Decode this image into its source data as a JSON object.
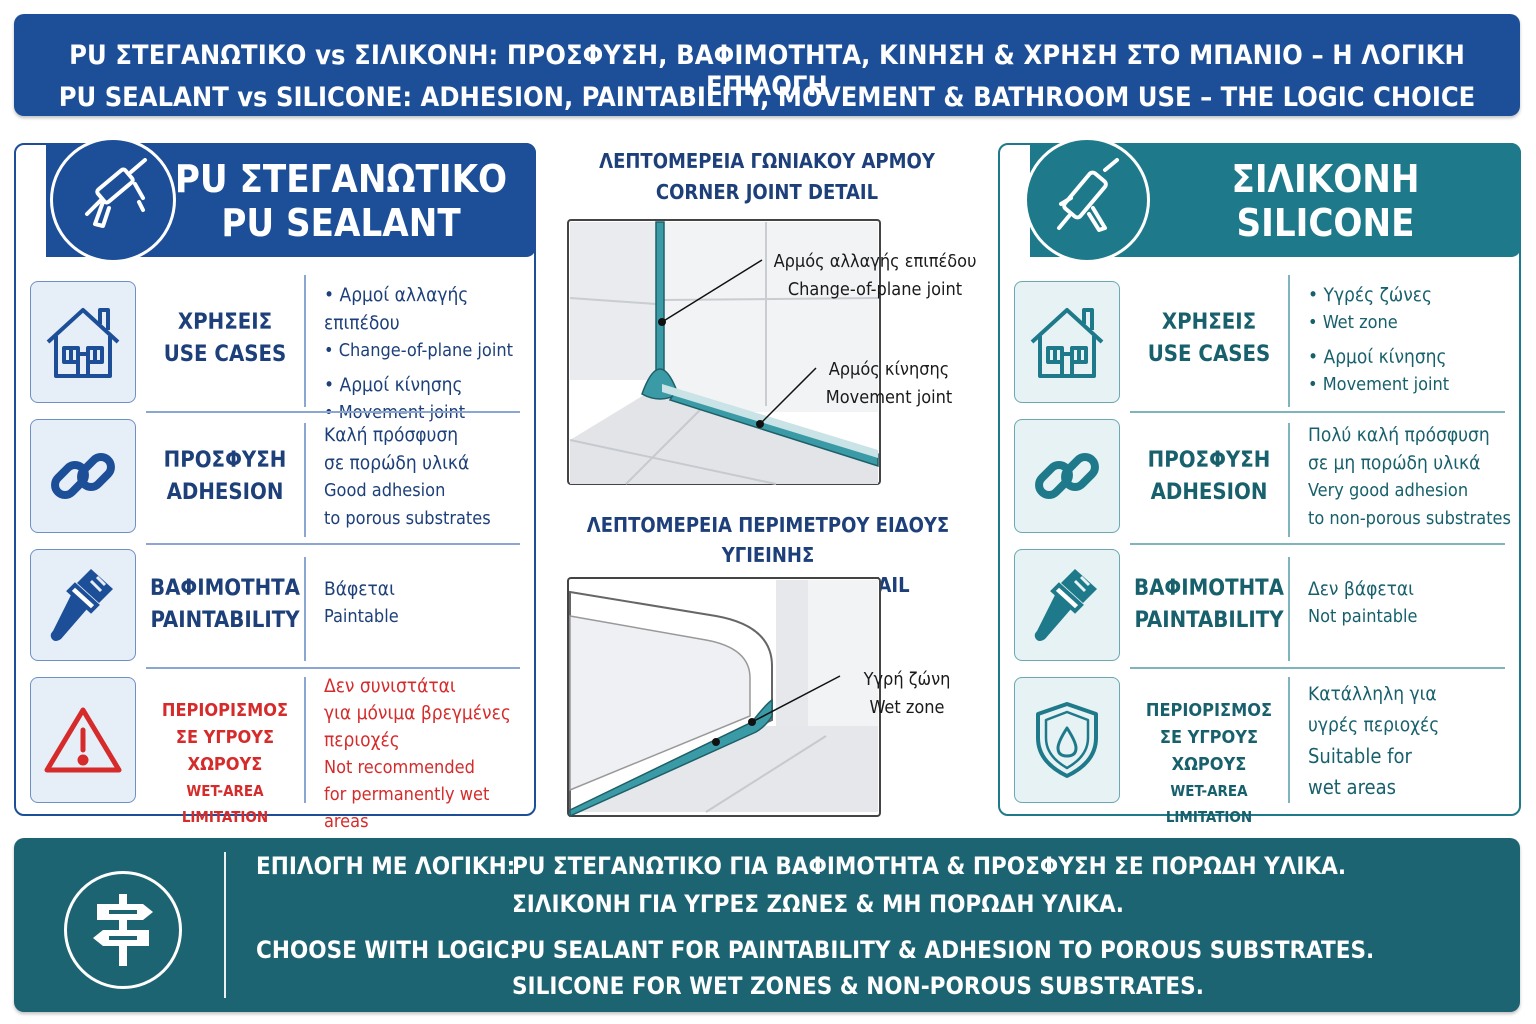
{
  "header": {
    "line1": "PU ΣΤΕΓΑΝΩΤΙΚΟ vs ΣΙΛΙΚΟΝΗ: ΠΡΟΣΦΥΣΗ, ΒΑΦΙΜΟΤΗΤΑ, ΚΙΝΗΣΗ & ΧΡΗΣΗ ΣΤΟ ΜΠΑΝΙΟ – Η ΛΟΓΙΚΗ ΕΠΙΛΟΓΗ",
    "line2": "PU SEALANT vs SILICONE: ADHESION, PAINTABILITY, MOVEMENT & BATHROOM USE – THE LOGIC CHOICE"
  },
  "pu": {
    "title_gr": "PU ΣΤΕΓΑΝΩΤΙΚΟ",
    "title_en": "PU SEALANT",
    "rows": [
      {
        "label_gr": "ΧΡΗΣΕΙΣ",
        "label_en": "USE CASES",
        "lines": [
          "• Αρμοί αλλαγής επιπέδου",
          "• Change-of-plane joint",
          "• Αρμοί κίνησης",
          "• Movement joint"
        ]
      },
      {
        "label_gr": "ΠΡΟΣΦΥΣΗ",
        "label_en": "ADHESION",
        "lines": [
          "Καλή πρόσφυση",
          "σε πορώδη υλικά",
          "Good adhesion",
          "to porous substrates"
        ]
      },
      {
        "label_gr": "ΒΑΦΙΜΟΤΗΤΑ",
        "label_en": "PAINTABILITY",
        "lines": [
          "Βάφεται",
          "Paintable"
        ]
      },
      {
        "label_gr": "ΠΕΡΙΟΡΙΣΜΟΣ",
        "label_gr2": "ΣΕ ΥΓΡΟΥΣ ΧΩΡΟΥΣ",
        "label_en": "WET-AREA LIMITATION",
        "lines": [
          "Δεν συνιστάται",
          "για μόνιμα βρεγμένες",
          "περιοχές",
          "Not recommended",
          "for permanently wet areas"
        ]
      }
    ]
  },
  "silicone": {
    "title_gr": "ΣΙΛΙΚΟΝΗ",
    "title_en": "SILICONE",
    "rows": [
      {
        "label_gr": "ΧΡΗΣΕΙΣ",
        "label_en": "USE CASES",
        "lines": [
          "• Υγρές ζώνες",
          "• Wet zone",
          "• Αρμοί κίνησης",
          "• Movement joint"
        ]
      },
      {
        "label_gr": "ΠΡΟΣΦΥΣΗ",
        "label_en": "ADHESION",
        "lines": [
          "Πολύ καλή πρόσφυση",
          "σε μη πορώδη υλικά",
          "Very good adhesion",
          "to non-porous substrates"
        ]
      },
      {
        "label_gr": "ΒΑΦΙΜΟΤΗΤΑ",
        "label_en": "PAINTABILITY",
        "lines": [
          "Δεν βάφεται",
          "Not paintable"
        ]
      },
      {
        "label_gr": "ΠΕΡΙΟΡΙΣΜΟΣ",
        "label_gr2": "ΣΕ ΥΓΡΟΥΣ ΧΩΡΟΥΣ",
        "label_en": "WET-AREA LIMITATION",
        "lines": [
          "Κατάλληλη για",
          "υγρές περιοχές",
          "Suitable for",
          "wet areas"
        ]
      }
    ]
  },
  "center": {
    "corner_title_gr": "ΛΕΠΤΟΜΕΡΕΙΑ ΓΩΝΙΑΚΟΥ ΑΡΜΟΥ",
    "corner_title_en": "CORNER JOINT DETAIL",
    "corner_note1_gr": "Αρμός αλλαγής επιπέδου",
    "corner_note1_en": "Change-of-plane joint",
    "corner_note2_gr": "Αρμός κίνησης",
    "corner_note2_en": "Movement joint",
    "fixture_title_gr": "ΛΕΠΤΟΜΕΡΕΙΑ ΠΕΡΙΜΕΤΡΟΥ ΕΙΔΟΥΣ ΥΓΙΕΙΝΗΣ",
    "fixture_title_en": "FIXTURE PERIMETER DETAIL",
    "fixture_note_gr": "Υγρή ζώνη",
    "fixture_note_en": "Wet zone"
  },
  "footer": {
    "key_gr": "ΕΠΙΛΟΓΗ ΜΕ ΛΟΓΙΚΗ:",
    "gr_line1": "PU ΣΤΕΓΑΝΩΤΙΚΟ ΓΙΑ ΒΑΦΙΜΟΤΗΤΑ & ΠΡΟΣΦΥΣΗ ΣΕ ΠΟΡΩΔΗ ΥΛΙΚΑ.",
    "gr_line2": "ΣΙΛΙΚΟΝΗ ΓΙΑ ΥΓΡΕΣ ΖΩΝΕΣ & ΜΗ ΠΟΡΩΔΗ ΥΛΙΚΑ.",
    "key_en": "CHOOSE WITH LOGIC:",
    "en_line1": "PU SEALANT FOR PAINTABILITY & ADHESION TO POROUS SUBSTRATES.",
    "en_line2": "SILICONE FOR WET ZONES & NON-POROUS SUBSTRATES."
  },
  "colors": {
    "pu_blue": "#1d4f99",
    "silicone_teal": "#1e7a8a",
    "warning_red": "#d62b2b",
    "footer": "#1d6473"
  },
  "icons": [
    "caulk-gun-icon",
    "house-icon",
    "chain-link-icon",
    "paint-brush-icon",
    "warning-triangle-icon",
    "water-shield-icon",
    "signpost-icon"
  ]
}
